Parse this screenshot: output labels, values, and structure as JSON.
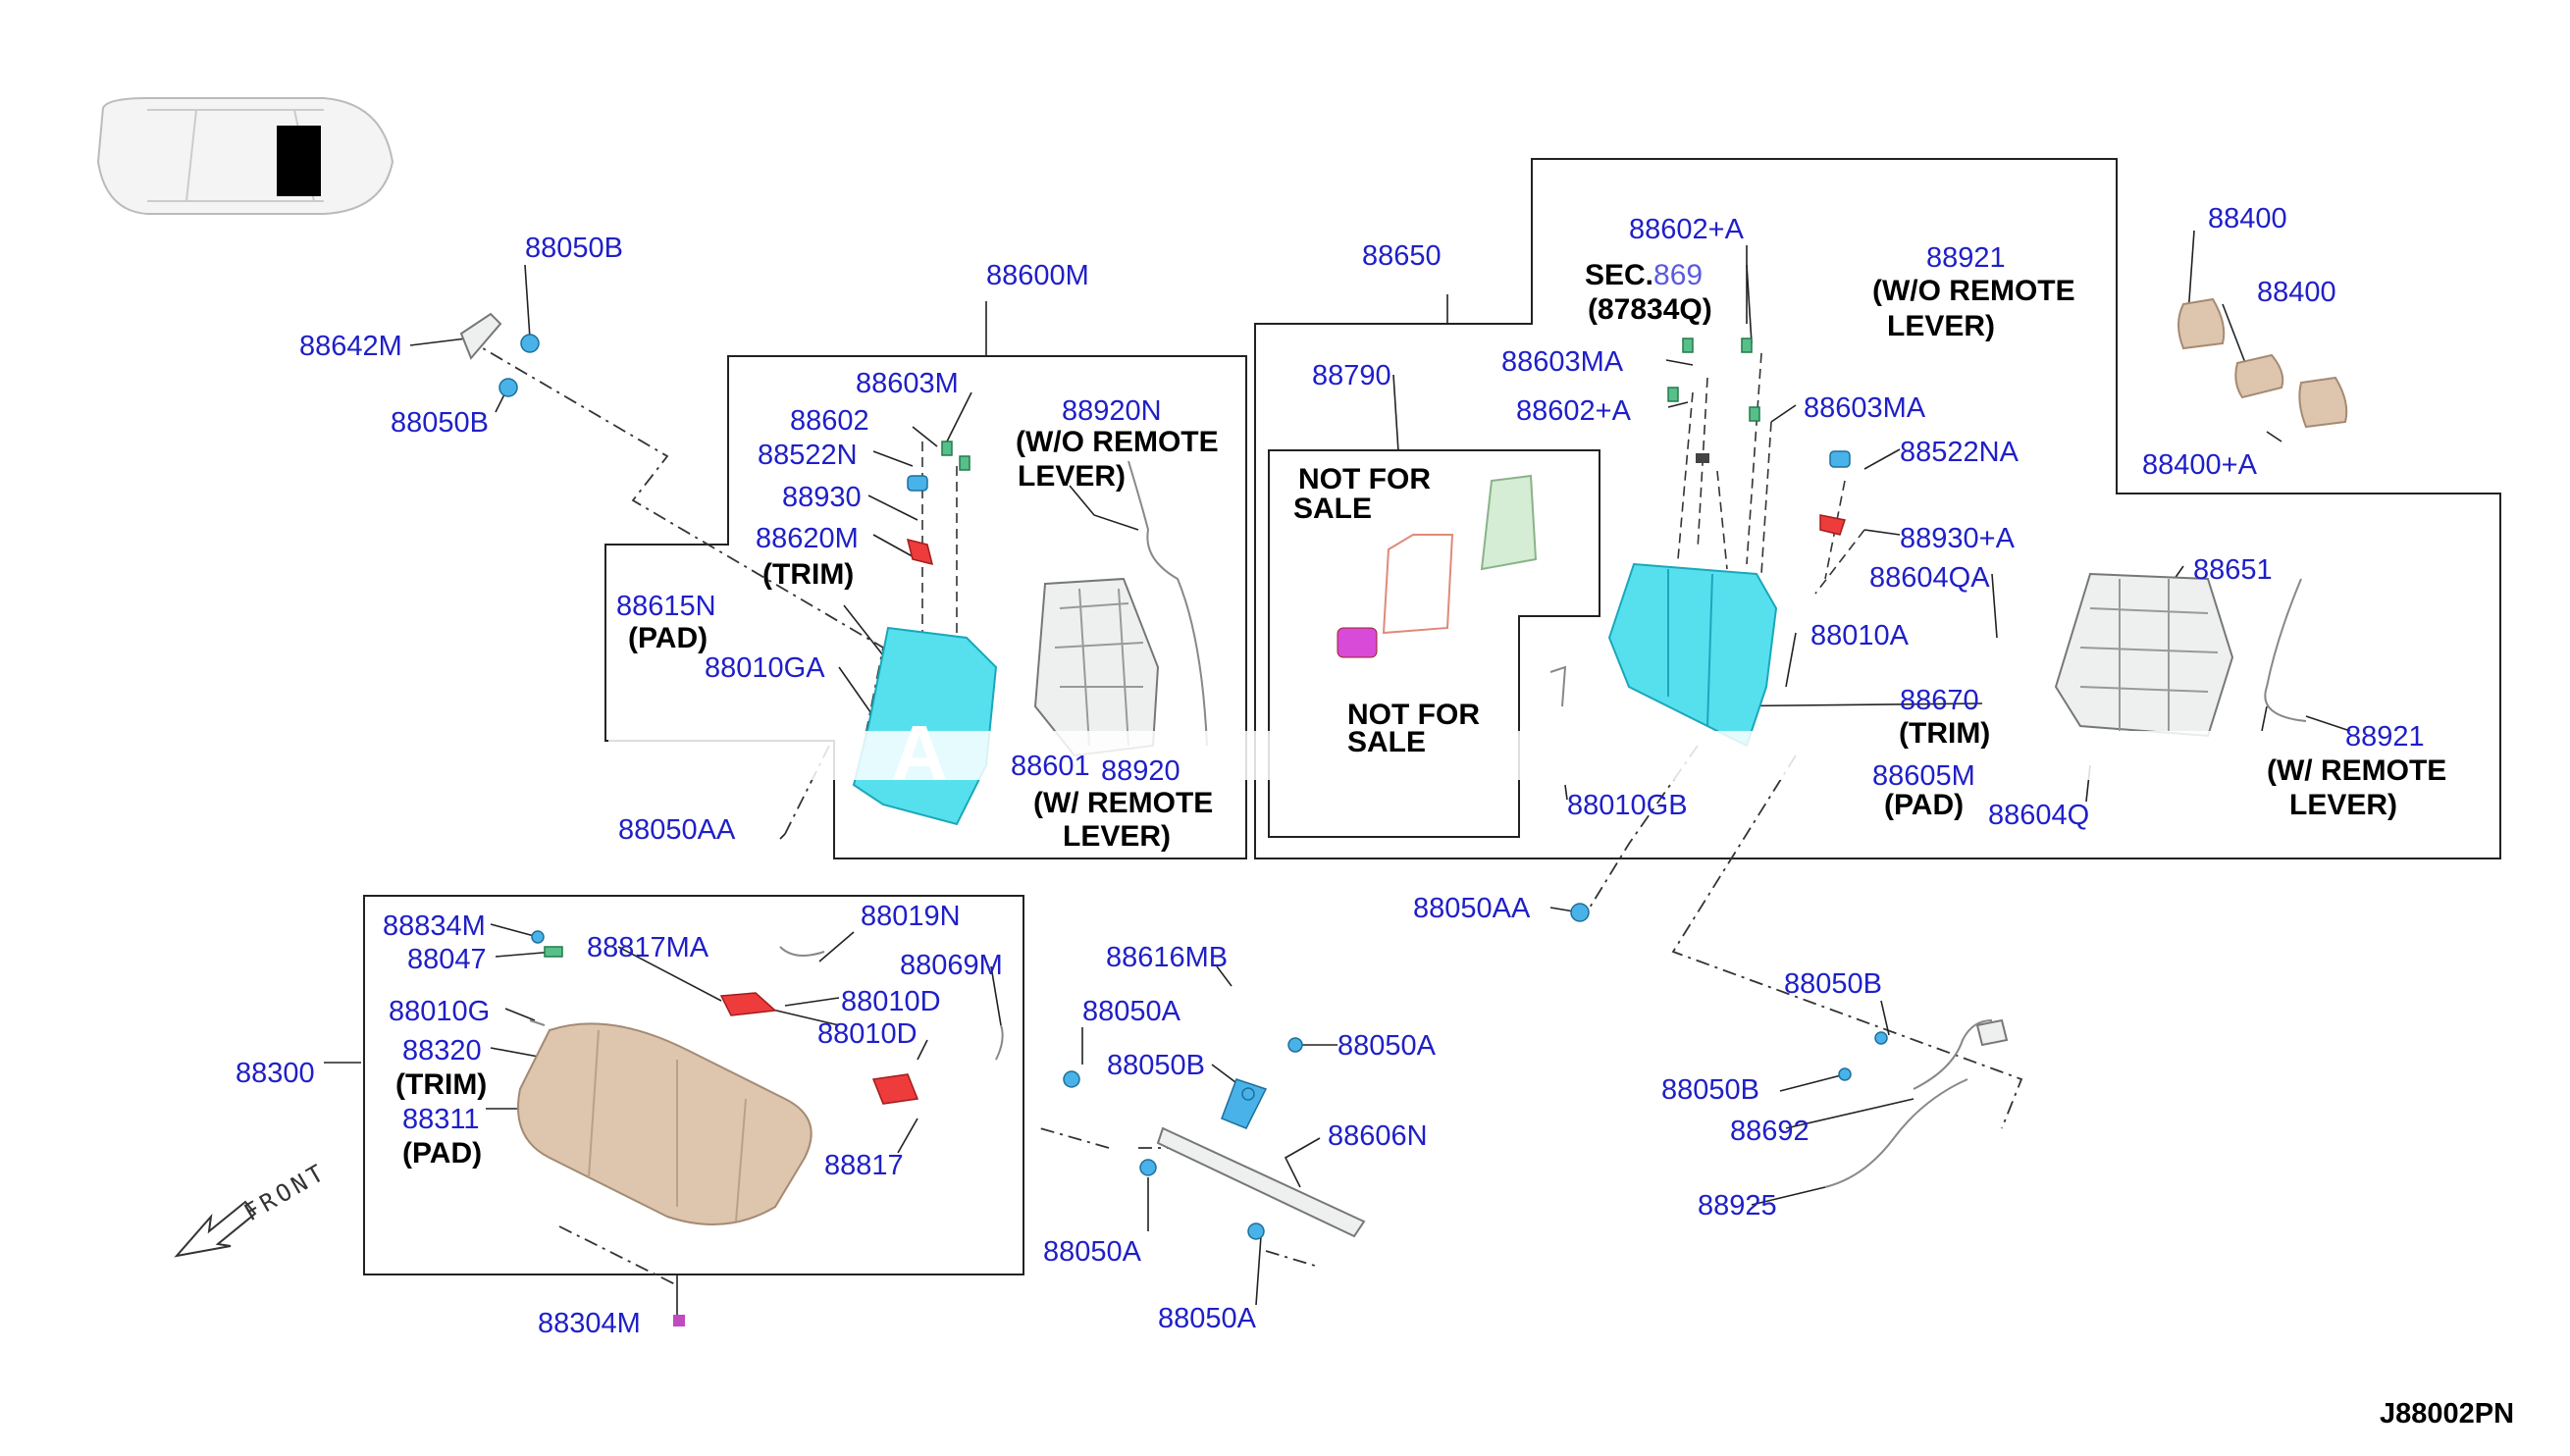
{
  "diagram": {
    "drawing_code": "J88002PN",
    "front_label": "FRONT",
    "watermark": "A",
    "notes": {
      "not_for_sale_1": [
        "NOT FOR",
        "SALE"
      ],
      "not_for_sale_2": [
        "NOT FOR",
        "SALE"
      ],
      "sec": [
        "SEC.",
        "869"
      ],
      "sec_ref": "(87834Q)",
      "trim_left": "(TRIM)",
      "pad_left": "(PAD)",
      "wo_remote_left": [
        "(W/O REMOTE",
        "LEVER)"
      ],
      "w_remote_left": [
        "(W/ REMOTE",
        "LEVER)"
      ],
      "wo_remote_right": [
        "(W/O REMOTE",
        "LEVER)"
      ],
      "trim_right": "(TRIM)",
      "pad_right": "(PAD)",
      "w_remote_right": [
        "(W/ REMOTE",
        "LEVER)"
      ],
      "trim_cushion": "(TRIM)",
      "pad_cushion": "(PAD)"
    },
    "part_labels": {
      "p88050B_top": "88050B",
      "p88642M": "88642M",
      "p88050B_mid": "88050B",
      "p88600M": "88600M",
      "p88603M": "88603M",
      "p88602": "88602",
      "p88522N": "88522N",
      "p88930": "88930",
      "p88620M": "88620M",
      "p88615N": "88615N",
      "p88010GA": "88010GA",
      "p88050AA_left": "88050AA",
      "p88920N": "88920N",
      "p88601": "88601",
      "p88920": "88920",
      "p88650": "88650",
      "p88602A_top": "88602+A",
      "p88603MA_left": "88603MA",
      "p88602A_mid": "88602+A",
      "p88603MA_right": "88603MA",
      "p88790": "88790",
      "p88921_top": "88921",
      "p88522NA": "88522NA",
      "p88930A": "88930+A",
      "p88604QA": "88604QA",
      "p88651": "88651",
      "p88010A": "88010A",
      "p88670": "88670",
      "p88605M": "88605M",
      "p88604Q": "88604Q",
      "p88921_bot": "88921",
      "p88010GB": "88010GB",
      "p88050AA_mid": "88050AA",
      "p88400_a": "88400",
      "p88400_b": "88400",
      "p88400A": "88400+A",
      "p88834M": "88834M",
      "p88047": "88047",
      "p88817MA": "88817MA",
      "p88019N": "88019N",
      "p88069M": "88069M",
      "p88010G": "88010G",
      "p88010D_a": "88010D",
      "p88010D_b": "88010D",
      "p88320": "88320",
      "p88311": "88311",
      "p88300": "88300",
      "p88817": "88817",
      "p88304M": "88304M",
      "p88616MB": "88616MB",
      "p88050A_a": "88050A",
      "p88050B_low": "88050B",
      "p88050A_b": "88050A",
      "p88606N": "88606N",
      "p88050A_c": "88050A",
      "p88050A_d": "88050A",
      "p88050B_r1": "88050B",
      "p88050B_r2": "88050B",
      "p88692": "88692",
      "p88925": "88925"
    }
  }
}
